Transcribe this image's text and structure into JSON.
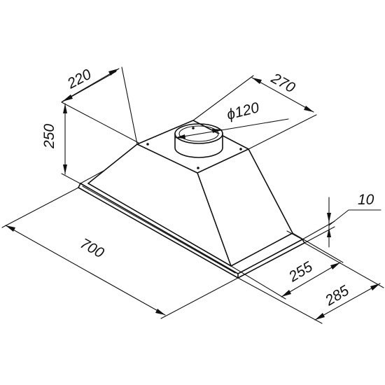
{
  "drawing": {
    "type": "technical-drawing",
    "subject": "built-in cooker hood",
    "line_color": "#111111",
    "background": "#ffffff"
  },
  "dimensions": {
    "width_top": "220",
    "depth_top": "270",
    "duct_diameter": "ϕ120",
    "height": "250",
    "length": "700",
    "thickness": "10",
    "depth_inner": "255",
    "depth_outer": "285"
  }
}
